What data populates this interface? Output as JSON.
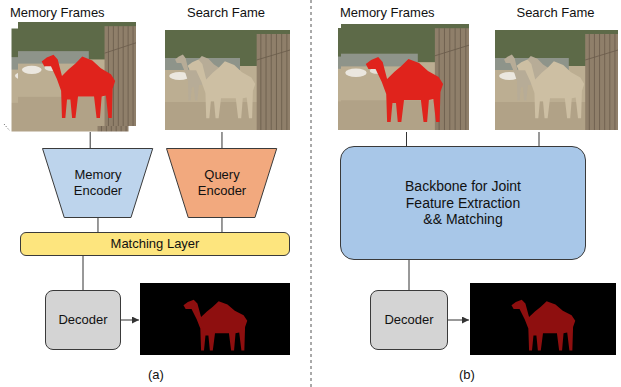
{
  "diagram": {
    "nodes": [
      {
        "text": [
          "Memory Frames"
        ]
      },
      {
        "text": [
          "Search Fame"
        ]
      },
      {
        "text": [
          "Memory Encoder"
        ]
      },
      {
        "text": [
          "Query Encoder"
        ]
      },
      {
        "text": [
          "Matching Layer"
        ]
      },
      {
        "text": [
          "Decoder"
        ]
      },
      {
        "text": [
          "Memory Frames"
        ]
      },
      {
        "text": [
          "Search Fame"
        ]
      },
      {
        "text": [
          "Backbone for Joint Feature Extraction && Matching"
        ]
      },
      {
        "text": [
          "Decoder"
        ]
      }
    ],
    "edges": [
      {
        "from": 0,
        "to": 2,
        "arrow": "none"
      },
      {
        "from": 1,
        "to": 3,
        "arrow": "none"
      },
      {
        "from": 2,
        "to": 4,
        "arrow": "none"
      },
      {
        "from": 3,
        "to": 4,
        "arrow": "none"
      },
      {
        "from": 4,
        "to": 5,
        "arrow": "none"
      },
      {
        "from": 6,
        "to": 8,
        "arrow": "none"
      },
      {
        "from": 7,
        "to": 8,
        "arrow": "none"
      },
      {
        "from": 8,
        "to": 9,
        "arrow": "none"
      }
    ],
    "labels": [
      "(a)",
      "(b)"
    ]
  }
}
